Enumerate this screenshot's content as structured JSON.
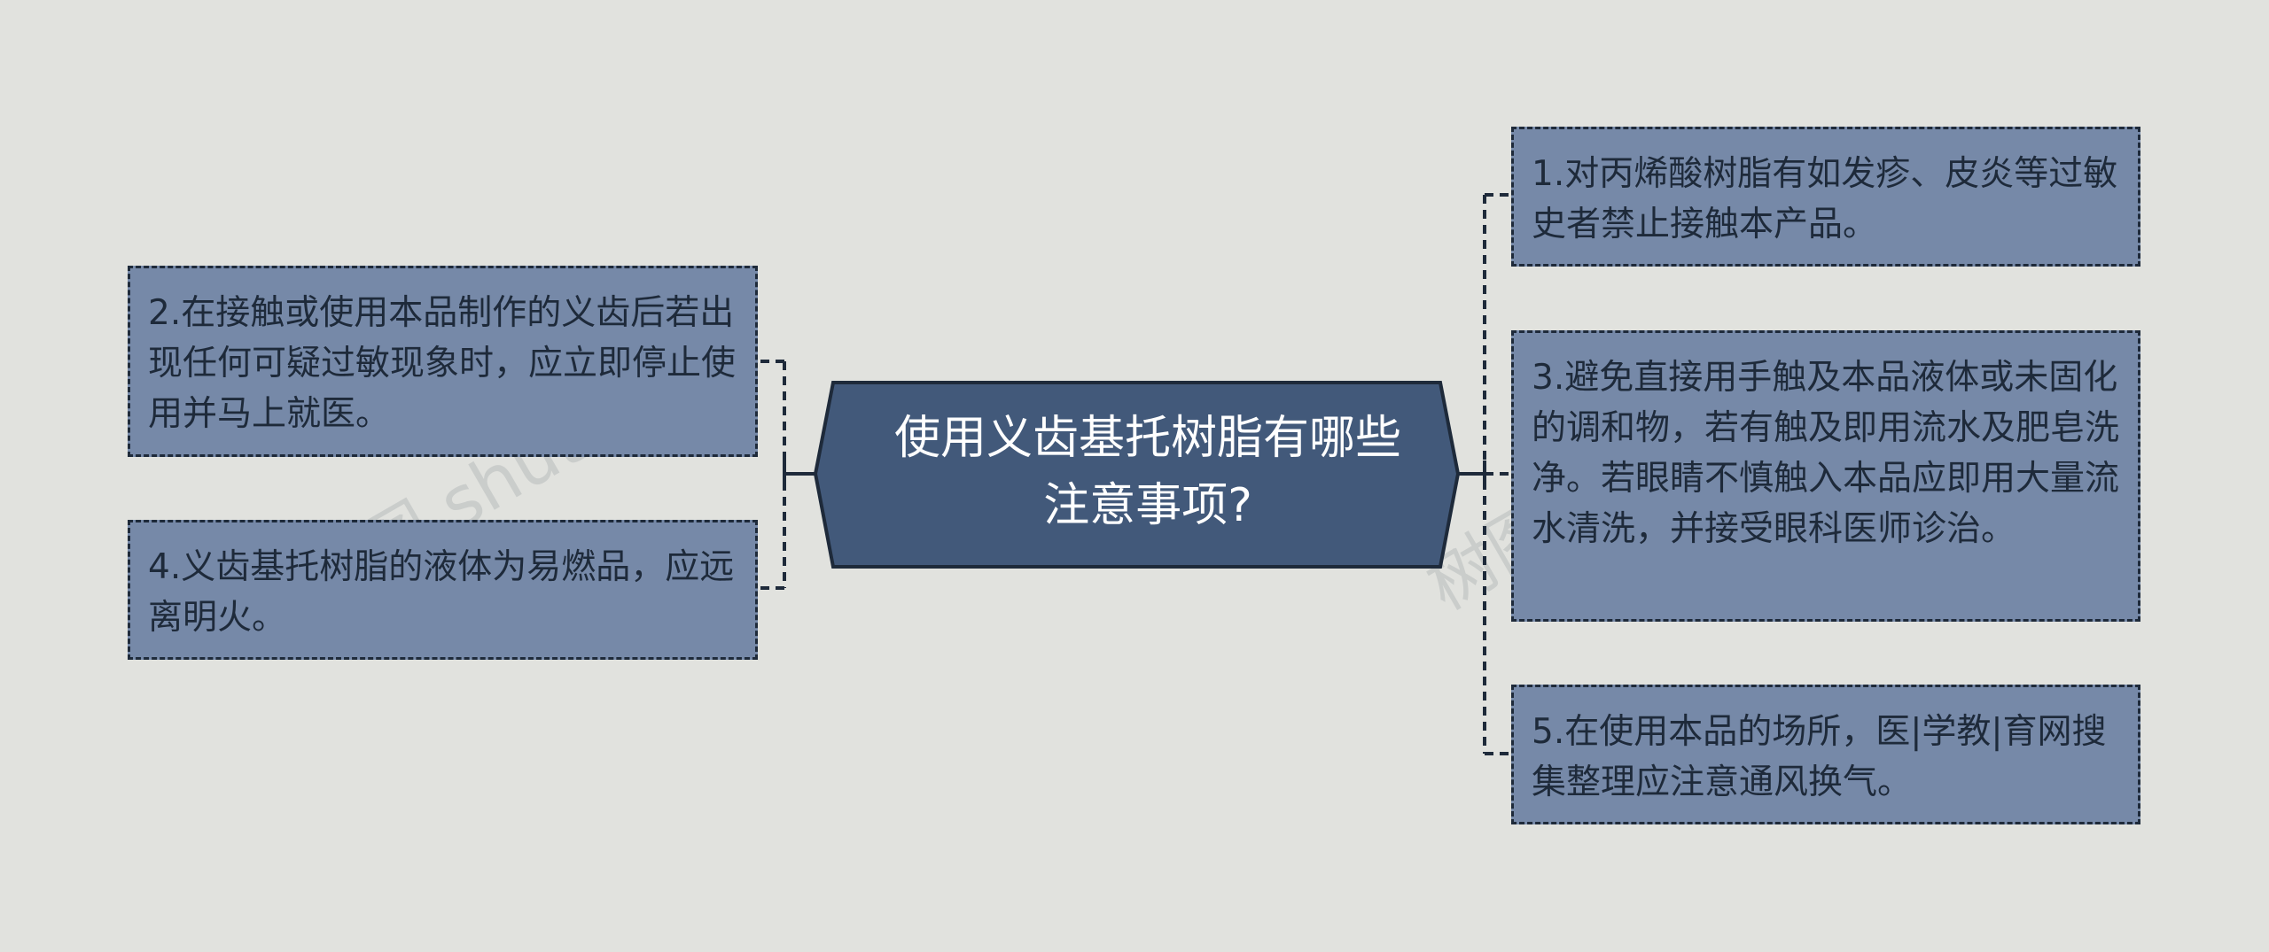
{
  "center": {
    "title": "使用义齿基托树脂有哪些注意事项?"
  },
  "nodes": [
    {
      "id": "1",
      "text": "1.对丙烯酸树脂有如发疹、皮炎等过敏史者禁止接触本产品。"
    },
    {
      "id": "2",
      "text": "2.在接触或使用本品制作的义齿后若出现任何可疑过敏现象时，应立即停止使用并马上就医。"
    },
    {
      "id": "3",
      "text": "3.避免直接用手触及本品液体或未固化的调和物，若有触及即用流水及肥皂洗净。若眼睛不慎触入本品应即用大量流水清洗，并接受眼科医师诊治。"
    },
    {
      "id": "4",
      "text": "4.义齿基托树脂的液体为易燃品，应远离明火。"
    },
    {
      "id": "5",
      "text": "5.在使用本品的场所，医|学教|育网搜集整理应注意通风换气。"
    }
  ],
  "watermarks": [
    "树图 shutu.cn",
    "树图 shutu.cn"
  ],
  "colors": {
    "background": "#e1e2de",
    "center_fill": "#42597a",
    "node_fill": "#7689a8",
    "line": "#1e2a3a",
    "center_text": "#ffffff",
    "node_text": "#1e2a3a"
  }
}
